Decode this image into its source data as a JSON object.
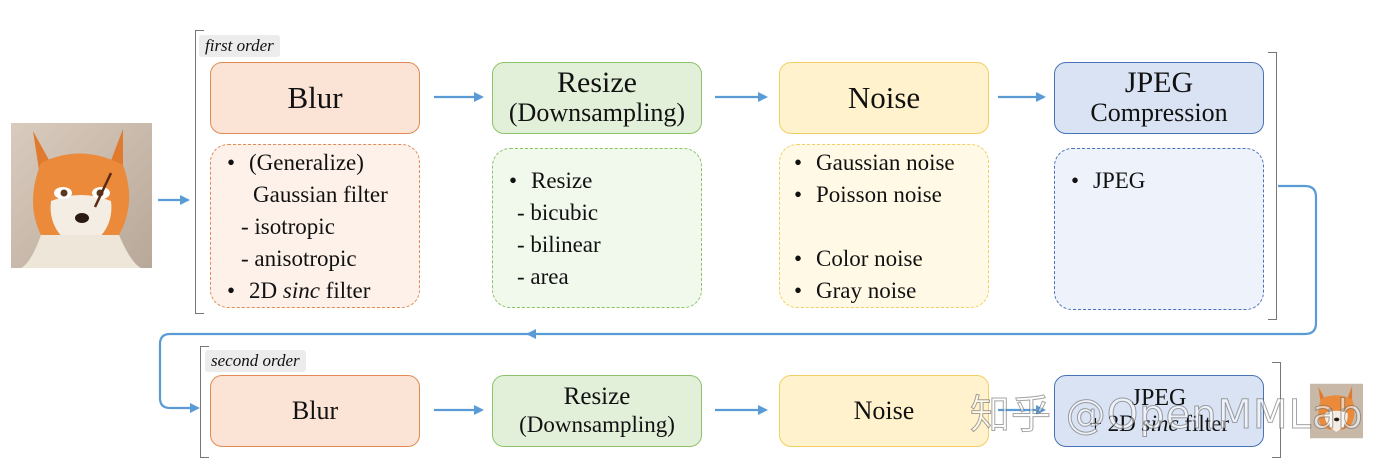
{
  "first_order": {
    "label": "first order",
    "stages": [
      {
        "title": "Blur",
        "subtitle": ""
      },
      {
        "title": "Resize",
        "subtitle": "(Downsampling)"
      },
      {
        "title": "Noise",
        "subtitle": ""
      },
      {
        "title": "JPEG",
        "subtitle": "Compression"
      }
    ],
    "details": {
      "blur": [
        "(Generalize)",
        "Gaussian filter",
        "- isotropic",
        "- anisotropic",
        "2D ",
        "sinc",
        " filter"
      ],
      "resize": [
        "Resize",
        "- bicubic",
        "- bilinear",
        "- area"
      ],
      "noise": [
        "Gaussian noise",
        "Poisson noise",
        "Color noise",
        "Gray noise"
      ],
      "jpeg": [
        "JPEG"
      ]
    }
  },
  "second_order": {
    "label": "second order",
    "stages": [
      {
        "title": "Blur"
      },
      {
        "title": "Resize",
        "subtitle": "(Downsampling)"
      },
      {
        "title": "Noise"
      },
      {
        "title": "JPEG",
        "subtitle_a": "+ 2D ",
        "subtitle_b": "sinc",
        "subtitle_c": " filter"
      }
    ]
  },
  "watermark": "知乎 @OpenMMLab",
  "colors": {
    "arrow": "#5b9bd5",
    "blur": "#e08b56",
    "resize": "#8cc26a",
    "noise": "#f2cf62",
    "jpeg": "#4a72b8"
  }
}
